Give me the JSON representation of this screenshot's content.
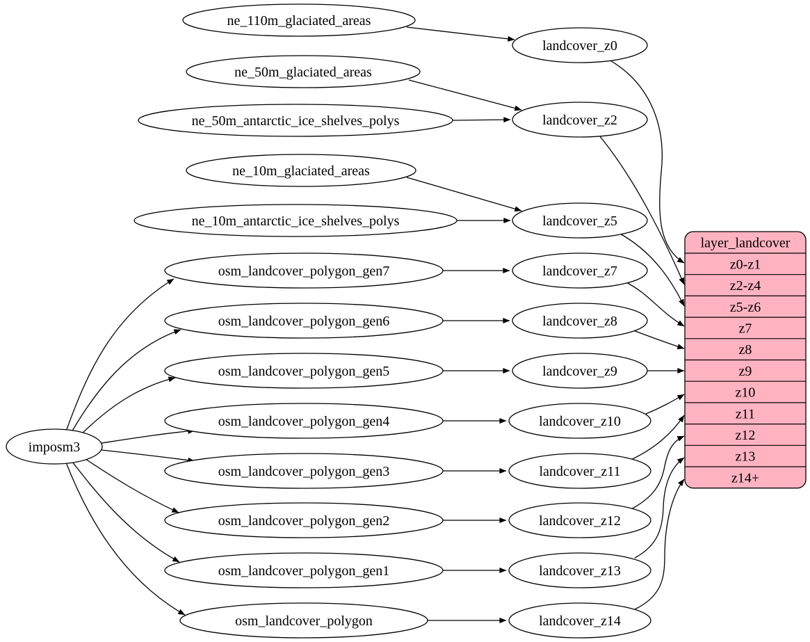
{
  "graph": {
    "background": "#ffffff",
    "edge_color": "#000000",
    "node_fill": "#ffffff",
    "node_stroke": "#000000",
    "text_color": "#000000",
    "nodes": [
      {
        "id": "imposm3",
        "label": "imposm3"
      },
      {
        "id": "ne_110m_glaciated_areas",
        "label": "ne_110m_glaciated_areas"
      },
      {
        "id": "ne_50m_glaciated_areas",
        "label": "ne_50m_glaciated_areas"
      },
      {
        "id": "ne_50m_antarctic_ice_shelves_polys",
        "label": "ne_50m_antarctic_ice_shelves_polys"
      },
      {
        "id": "ne_10m_glaciated_areas",
        "label": "ne_10m_glaciated_areas"
      },
      {
        "id": "ne_10m_antarctic_ice_shelves_polys",
        "label": "ne_10m_antarctic_ice_shelves_polys"
      },
      {
        "id": "osm_landcover_polygon_gen7",
        "label": "osm_landcover_polygon_gen7"
      },
      {
        "id": "osm_landcover_polygon_gen6",
        "label": "osm_landcover_polygon_gen6"
      },
      {
        "id": "osm_landcover_polygon_gen5",
        "label": "osm_landcover_polygon_gen5"
      },
      {
        "id": "osm_landcover_polygon_gen4",
        "label": "osm_landcover_polygon_gen4"
      },
      {
        "id": "osm_landcover_polygon_gen3",
        "label": "osm_landcover_polygon_gen3"
      },
      {
        "id": "osm_landcover_polygon_gen2",
        "label": "osm_landcover_polygon_gen2"
      },
      {
        "id": "osm_landcover_polygon_gen1",
        "label": "osm_landcover_polygon_gen1"
      },
      {
        "id": "osm_landcover_polygon",
        "label": "osm_landcover_polygon"
      },
      {
        "id": "landcover_z0",
        "label": "landcover_z0"
      },
      {
        "id": "landcover_z2",
        "label": "landcover_z2"
      },
      {
        "id": "landcover_z5",
        "label": "landcover_z5"
      },
      {
        "id": "landcover_z7",
        "label": "landcover_z7"
      },
      {
        "id": "landcover_z8",
        "label": "landcover_z8"
      },
      {
        "id": "landcover_z9",
        "label": "landcover_z9"
      },
      {
        "id": "landcover_z10",
        "label": "landcover_z10"
      },
      {
        "id": "landcover_z11",
        "label": "landcover_z11"
      },
      {
        "id": "landcover_z12",
        "label": "landcover_z12"
      },
      {
        "id": "landcover_z13",
        "label": "landcover_z13"
      },
      {
        "id": "landcover_z14",
        "label": "landcover_z14"
      }
    ],
    "table": {
      "id": "layer_landcover",
      "title": "layer_landcover",
      "fill": "#ffb3c1",
      "stroke": "#000000",
      "rows": [
        "z0-z1",
        "z2-z4",
        "z5-z6",
        "z7",
        "z8",
        "z9",
        "z10",
        "z11",
        "z12",
        "z13",
        "z14+"
      ]
    },
    "edges": [
      {
        "from": "ne_110m_glaciated_areas",
        "to": "landcover_z0"
      },
      {
        "from": "ne_50m_glaciated_areas",
        "to": "landcover_z2"
      },
      {
        "from": "ne_50m_antarctic_ice_shelves_polys",
        "to": "landcover_z2"
      },
      {
        "from": "ne_10m_glaciated_areas",
        "to": "landcover_z5"
      },
      {
        "from": "ne_10m_antarctic_ice_shelves_polys",
        "to": "landcover_z5"
      },
      {
        "from": "imposm3",
        "to": "osm_landcover_polygon_gen7"
      },
      {
        "from": "imposm3",
        "to": "osm_landcover_polygon_gen6"
      },
      {
        "from": "imposm3",
        "to": "osm_landcover_polygon_gen5"
      },
      {
        "from": "imposm3",
        "to": "osm_landcover_polygon_gen4"
      },
      {
        "from": "imposm3",
        "to": "osm_landcover_polygon_gen3"
      },
      {
        "from": "imposm3",
        "to": "osm_landcover_polygon_gen2"
      },
      {
        "from": "imposm3",
        "to": "osm_landcover_polygon_gen1"
      },
      {
        "from": "imposm3",
        "to": "osm_landcover_polygon"
      },
      {
        "from": "osm_landcover_polygon_gen7",
        "to": "landcover_z7"
      },
      {
        "from": "osm_landcover_polygon_gen6",
        "to": "landcover_z8"
      },
      {
        "from": "osm_landcover_polygon_gen5",
        "to": "landcover_z9"
      },
      {
        "from": "osm_landcover_polygon_gen4",
        "to": "landcover_z10"
      },
      {
        "from": "osm_landcover_polygon_gen3",
        "to": "landcover_z11"
      },
      {
        "from": "osm_landcover_polygon_gen2",
        "to": "landcover_z12"
      },
      {
        "from": "osm_landcover_polygon_gen1",
        "to": "landcover_z13"
      },
      {
        "from": "osm_landcover_polygon",
        "to": "landcover_z14"
      },
      {
        "from": "landcover_z0",
        "to": "layer_landcover.z0-z1"
      },
      {
        "from": "landcover_z2",
        "to": "layer_landcover.z2-z4"
      },
      {
        "from": "landcover_z5",
        "to": "layer_landcover.z5-z6"
      },
      {
        "from": "landcover_z7",
        "to": "layer_landcover.z7"
      },
      {
        "from": "landcover_z8",
        "to": "layer_landcover.z8"
      },
      {
        "from": "landcover_z9",
        "to": "layer_landcover.z9"
      },
      {
        "from": "landcover_z10",
        "to": "layer_landcover.z10"
      },
      {
        "from": "landcover_z11",
        "to": "layer_landcover.z11"
      },
      {
        "from": "landcover_z12",
        "to": "layer_landcover.z12"
      },
      {
        "from": "landcover_z13",
        "to": "layer_landcover.z13"
      },
      {
        "from": "landcover_z14",
        "to": "layer_landcover.z14+"
      }
    ]
  }
}
